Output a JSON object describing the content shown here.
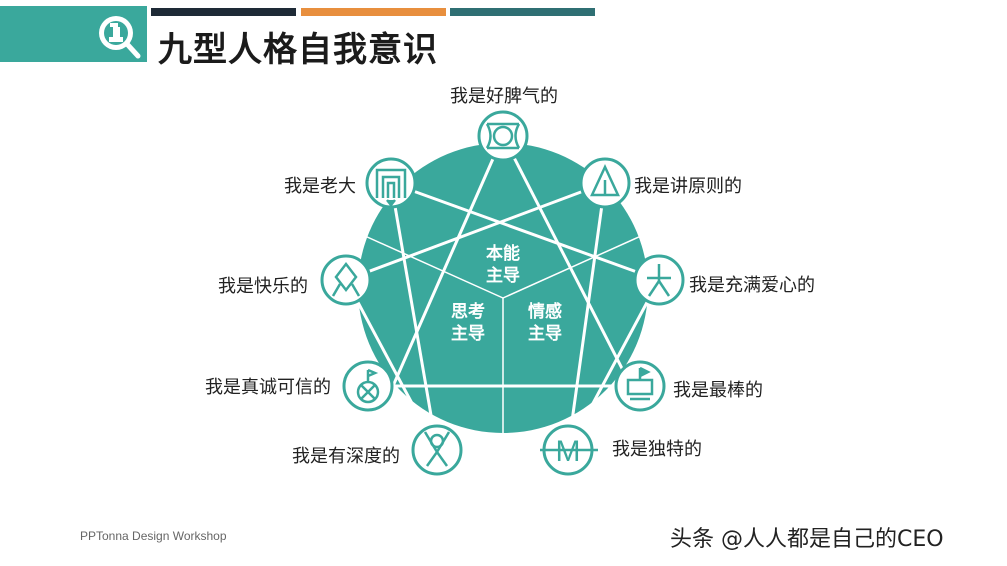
{
  "slide": {
    "title": "九型人格自我意识",
    "footer": "PPTonna Design Workshop",
    "watermark": "头条 @人人都是自己的CEO"
  },
  "colors": {
    "teal": "#3aa89c",
    "dark_bar": "#1e2a36",
    "orange_bar": "#e88f3e",
    "deep_teal_bar": "#2f6f73"
  },
  "center": {
    "top": [
      "本能",
      "主导"
    ],
    "left": [
      "思考",
      "主导"
    ],
    "right": [
      "情感",
      "主导"
    ]
  },
  "types": [
    {
      "label": "我是好脾气的",
      "icon": "circle-in-frame-icon"
    },
    {
      "label": "我是讲原则的",
      "icon": "triangle-icon"
    },
    {
      "label": "我是充满爱心的",
      "icon": "stick-figure-icon"
    },
    {
      "label": "我是最棒的",
      "icon": "flag-box-icon"
    },
    {
      "label": "我是独特的",
      "icon": "m-letter-icon"
    },
    {
      "label": "我是有深度的",
      "icon": "person-icon"
    },
    {
      "label": "我是真诚可信的",
      "icon": "circle-x-flag-icon"
    },
    {
      "label": "我是快乐的",
      "icon": "diamond-x-icon"
    },
    {
      "label": "我是老大",
      "icon": "gate-icon"
    }
  ]
}
